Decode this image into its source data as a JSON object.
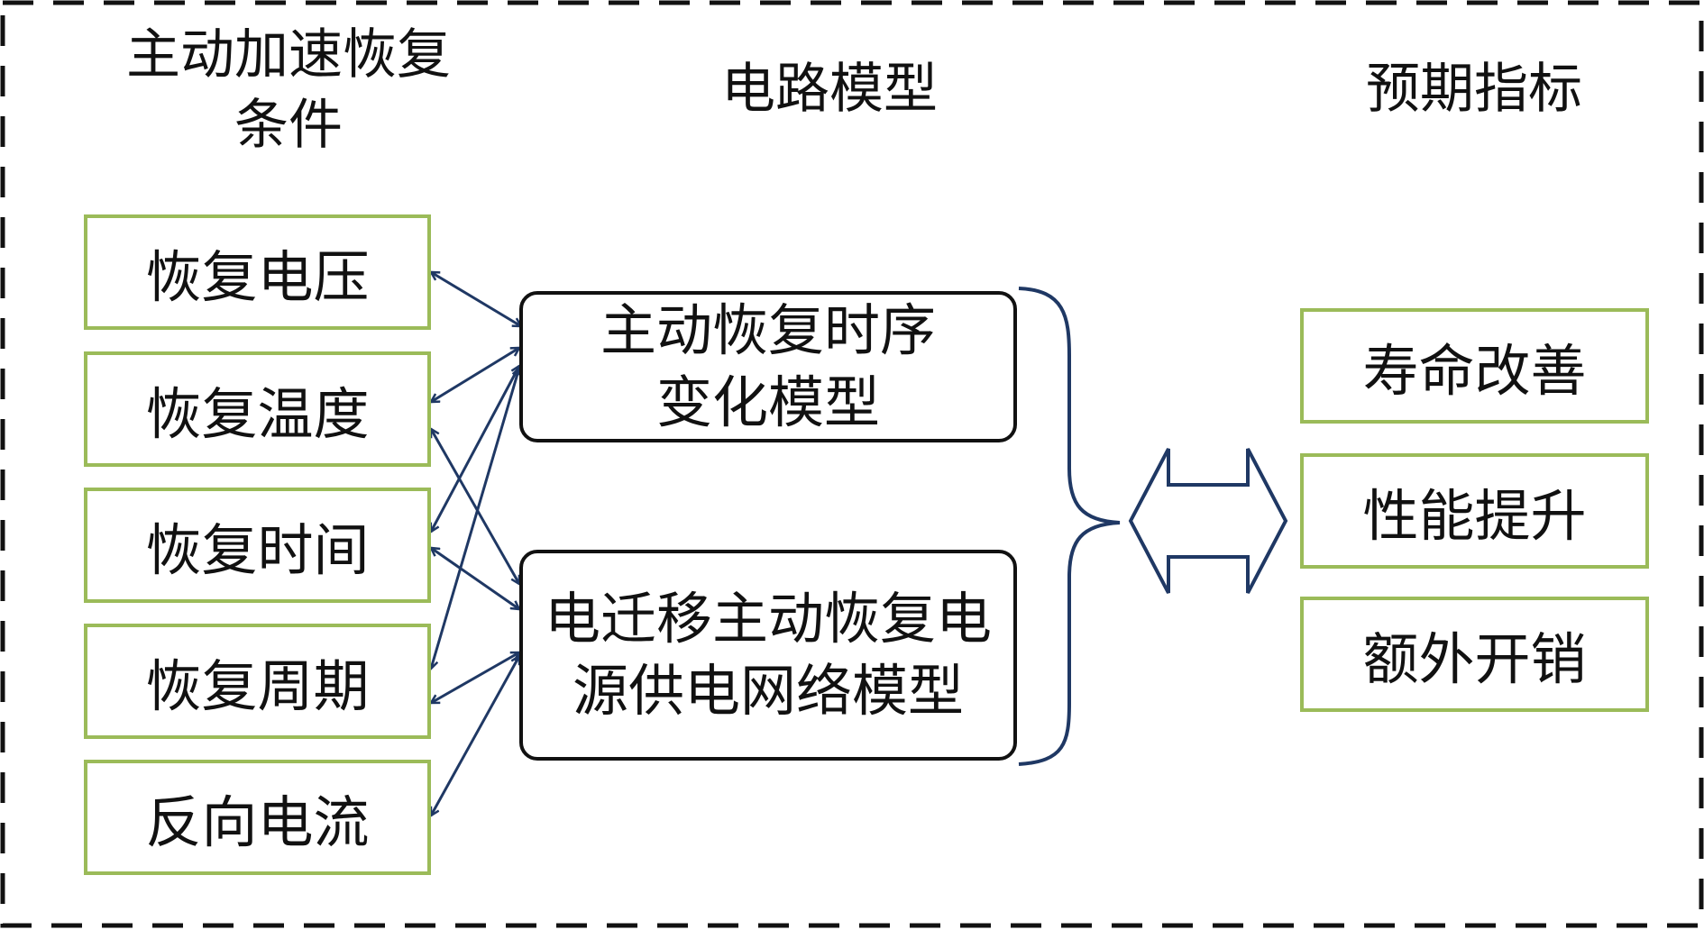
{
  "headings": {
    "conditions": [
      "主动加速恢复",
      "条件"
    ],
    "circuit_model": "电路模型",
    "expected_metrics": "预期指标"
  },
  "conditions": [
    "恢复电压",
    "恢复温度",
    "恢复时间",
    "恢复周期",
    "反向电流"
  ],
  "models": {
    "timing": [
      "主动恢复时序",
      "变化模型"
    ],
    "network": [
      "电迁移主动恢复电",
      "源供电网络模型"
    ]
  },
  "metrics": [
    "寿命改善",
    "性能提升",
    "额外开销"
  ],
  "colors": {
    "condition_border": "#9bbb59",
    "arrow": "#1f3864",
    "model_border": "#111111",
    "frame": "#111111"
  }
}
